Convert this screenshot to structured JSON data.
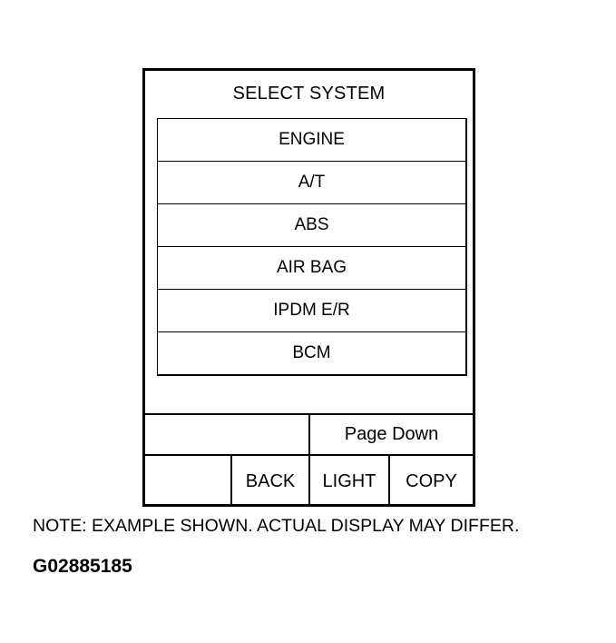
{
  "screen": {
    "title": "SELECT SYSTEM",
    "systems": [
      {
        "label": "ENGINE"
      },
      {
        "label": "A/T"
      },
      {
        "label": "ABS"
      },
      {
        "label": "AIR BAG"
      },
      {
        "label": "IPDM E/R"
      },
      {
        "label": "BCM"
      }
    ],
    "buttons": {
      "page_down": "Page Down",
      "back": "BACK",
      "light": "LIGHT",
      "copy": "COPY"
    }
  },
  "note": "NOTE: EXAMPLE SHOWN. ACTUAL DISPLAY MAY DIFFER.",
  "figure_id": "G02885185"
}
